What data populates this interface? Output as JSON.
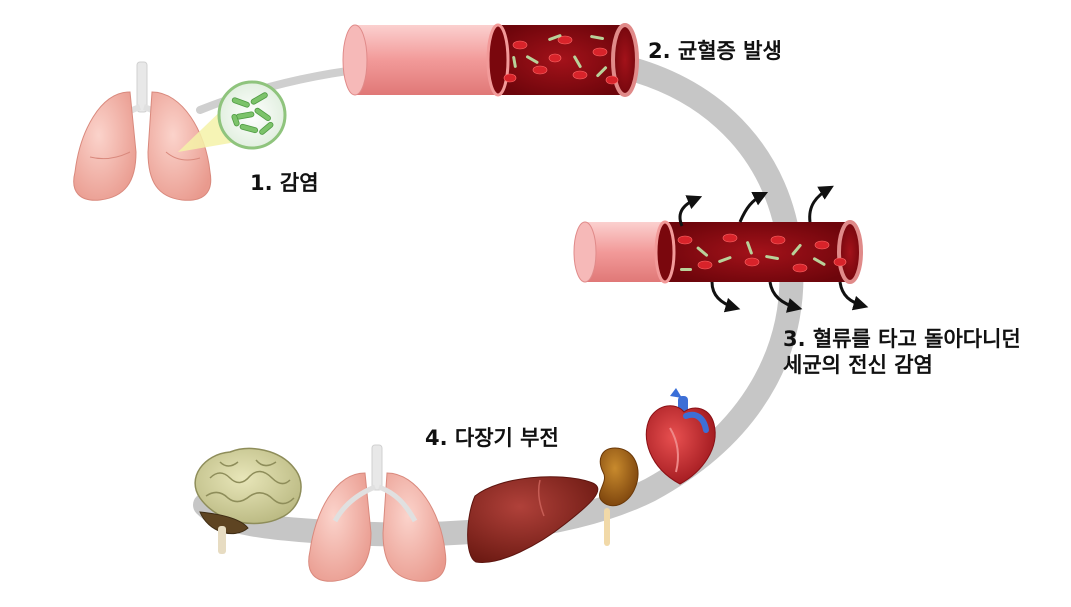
{
  "steps": {
    "step1": "1.  감염",
    "step2": "2. 균혈증 발생",
    "step3_line1": "3. 혈류를 타고 돌아다니던",
    "step3_line2": "세균의 전신 감염",
    "step4": "4. 다장기 부전"
  },
  "colors": {
    "path": "#c4c4c4",
    "vessel_wall": "#f3a7a6",
    "blood": "#8b0a12",
    "rbc": "#d8232a",
    "bacteria": "#b9d29a",
    "lung": "#f4b3a8",
    "liver": "#8e2a20",
    "kidney": "#9a5a14",
    "heart": "#c8262b",
    "brain": "#cfcf9a"
  },
  "icons": [
    "lungs-icon",
    "bacteria-magnifier-icon",
    "blood-vessel-icon",
    "heart-icon",
    "kidney-icon",
    "liver-icon",
    "brain-icon"
  ]
}
